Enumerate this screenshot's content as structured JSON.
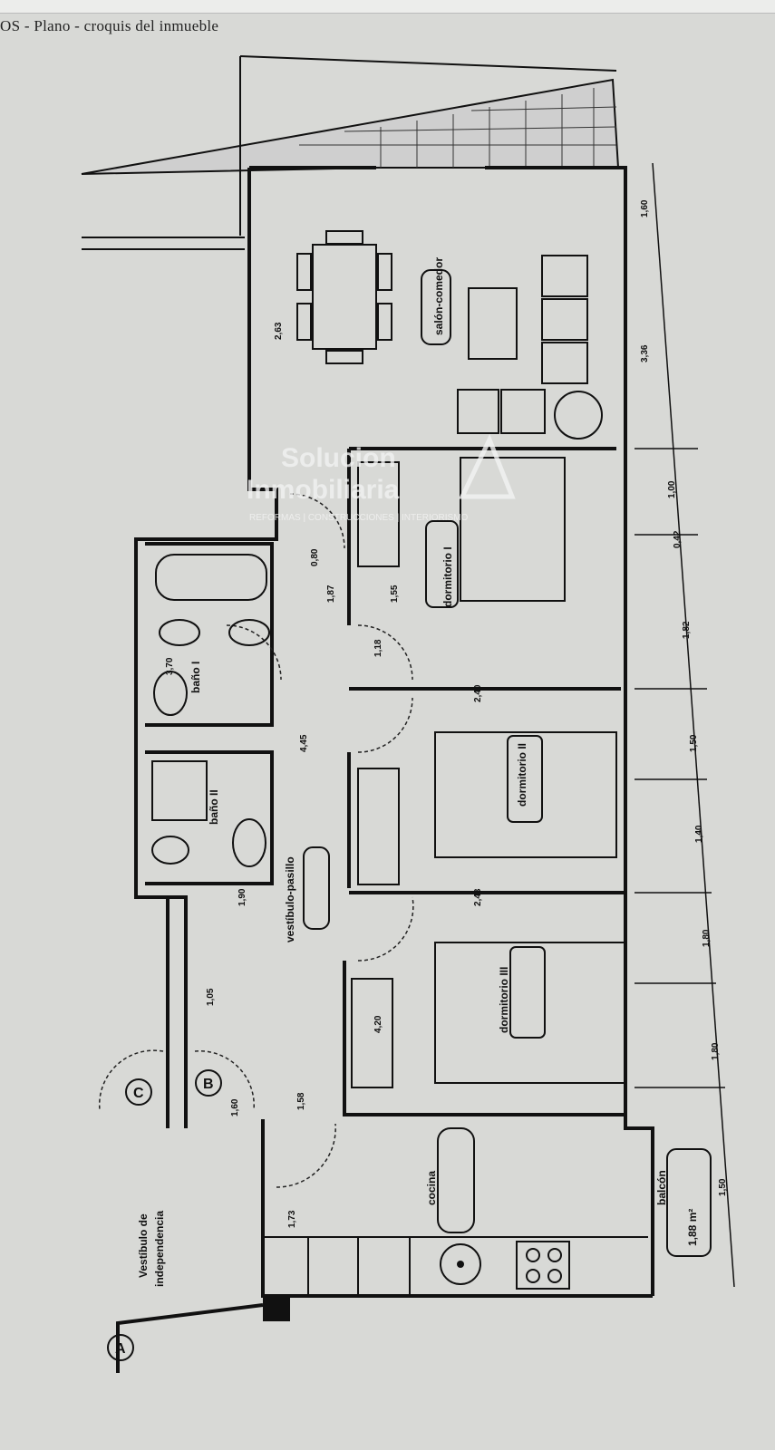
{
  "header": {
    "title": "OS -  Plano -  croquis del inmueble"
  },
  "rooms": {
    "salon": "salón-comedor",
    "dorm1": "dormitorio I",
    "dorm2": "dormitorio II",
    "dorm3": "dormitorio III",
    "bano1": "baño I",
    "bano2": "baño II",
    "pasillo": "vestíbulo-pasillo",
    "cocina": "cocina",
    "vestibulo1": "Vestíbulo de",
    "vestibulo2": "independencia",
    "balcon": "balcón",
    "balcon_area": "1,88 m²"
  },
  "markers": {
    "a": "A",
    "b": "B",
    "c": "C"
  },
  "dimensions": [
    "1,00",
    "0,42",
    "1,82",
    "1,50",
    "1,40",
    "1,80",
    "1,80",
    "1,50",
    "3,36",
    "1,60",
    "2,40",
    "2,43",
    "2,63",
    "4,45",
    "1,18",
    "0,80",
    "1,87",
    "1,55",
    "1,58",
    "1,73",
    "1,60",
    "1,05",
    "3,70",
    "4,20",
    "1,90"
  ],
  "watermark": {
    "line1": "Solucion",
    "line2": "Inmobiliaria",
    "line3": "REFORMAS | CONSTRUCCIONES | INTERIORISMO"
  }
}
